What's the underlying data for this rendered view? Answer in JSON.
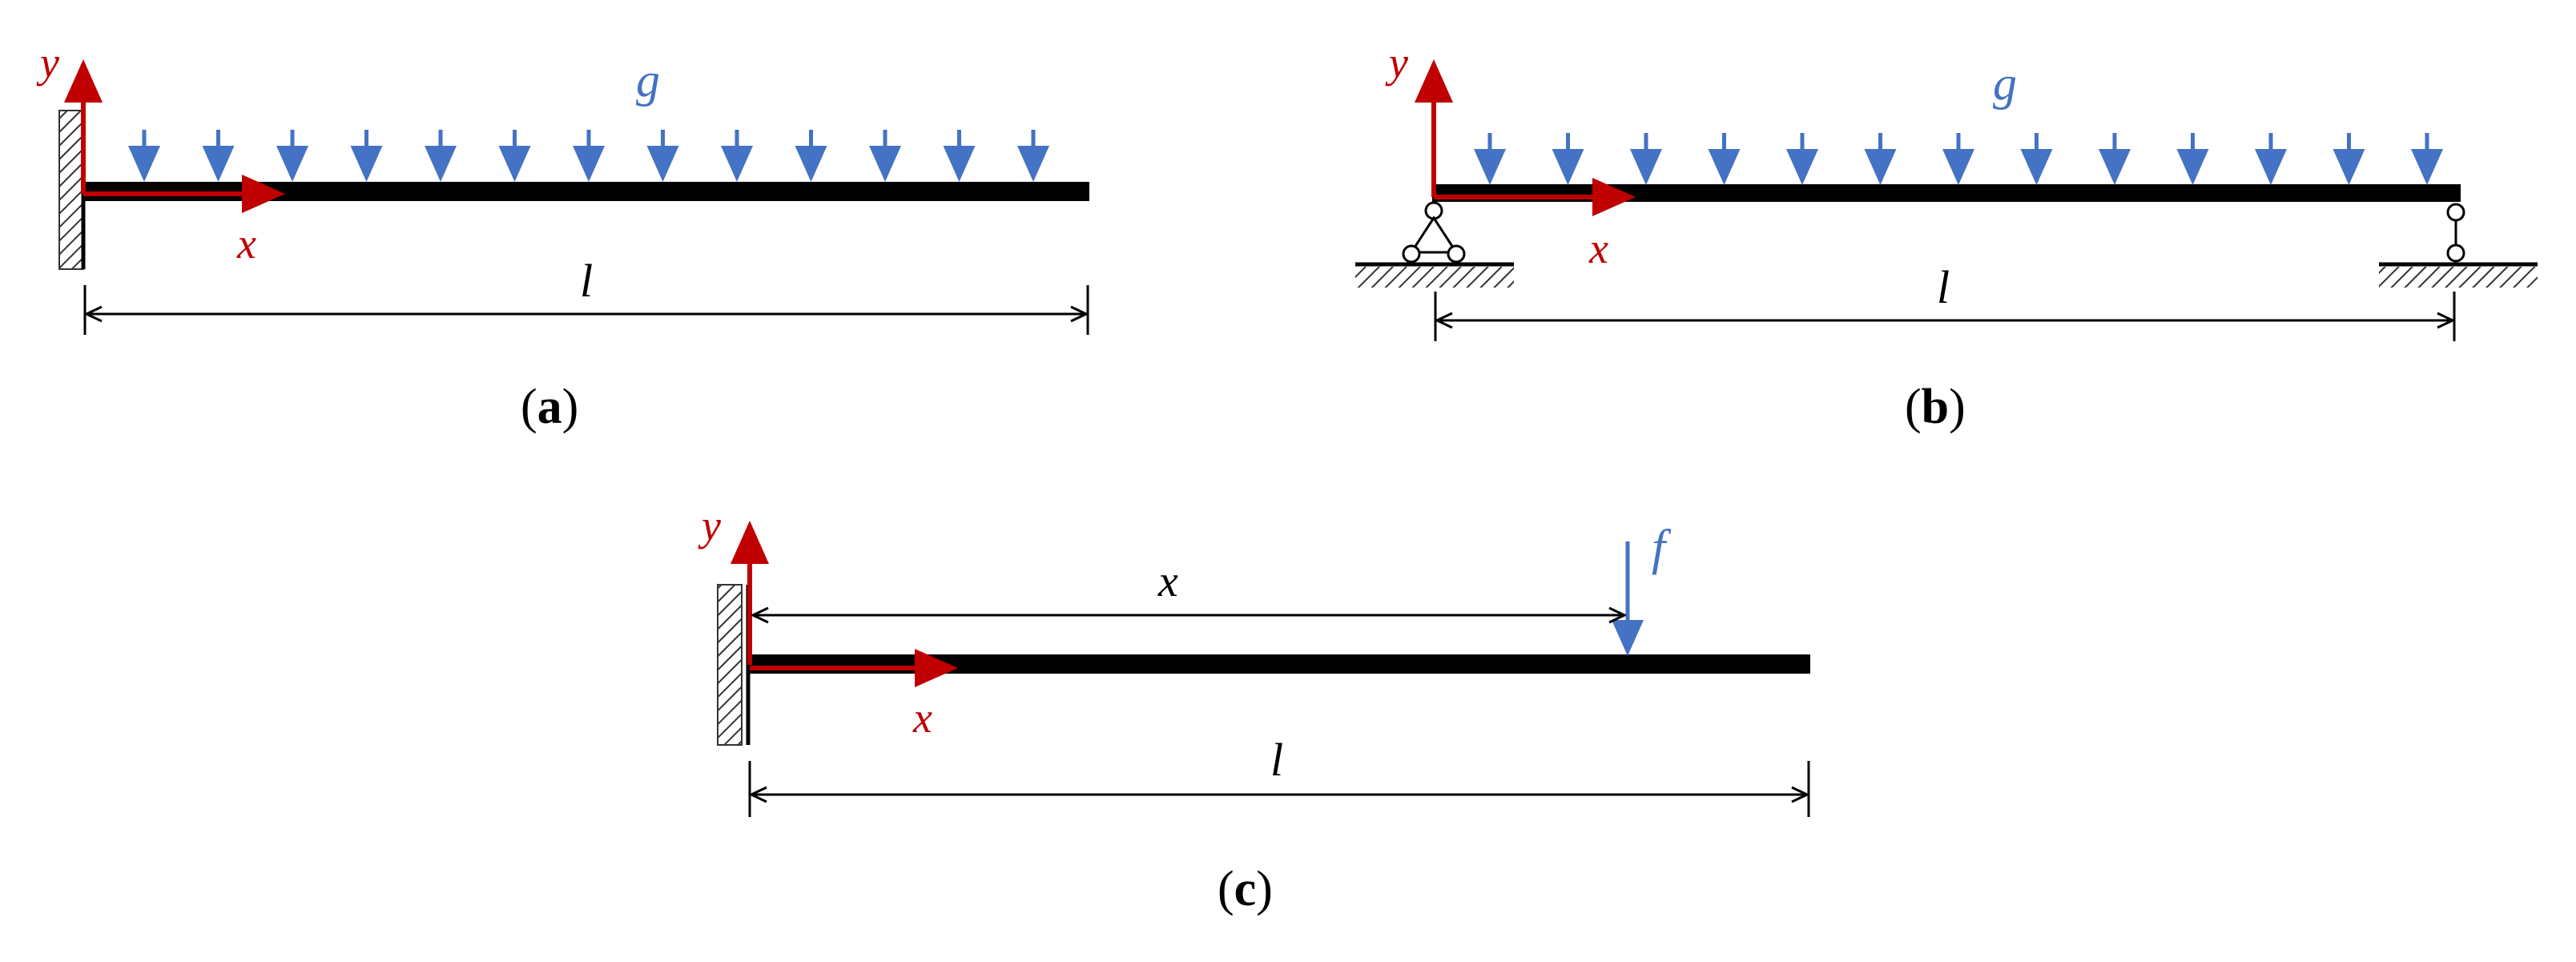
{
  "colors": {
    "axis": "#c00000",
    "load": "#4472c4",
    "beam": "#000000",
    "dim": "#000000",
    "hatch": "#333333"
  },
  "panels": [
    {
      "id": "a",
      "support": "fixed-wall",
      "load": "distributed",
      "caption_open": "(",
      "caption_letter": "a",
      "caption_close": ")",
      "axis_x_label": "x",
      "axis_y_label": "y",
      "load_label": "g",
      "length_label": "l"
    },
    {
      "id": "b",
      "support": "pinned-roller",
      "load": "distributed",
      "caption_open": "(",
      "caption_letter": "b",
      "caption_close": ")",
      "axis_x_label": "x",
      "axis_y_label": "y",
      "load_label": "g",
      "length_label": "l"
    },
    {
      "id": "c",
      "support": "fixed-wall",
      "load": "point",
      "caption_open": "(",
      "caption_letter": "c",
      "caption_close": ")",
      "axis_x_label": "x",
      "axis_y_label": "y",
      "load_label": "f",
      "length_label": "l",
      "position_label": "x"
    }
  ]
}
